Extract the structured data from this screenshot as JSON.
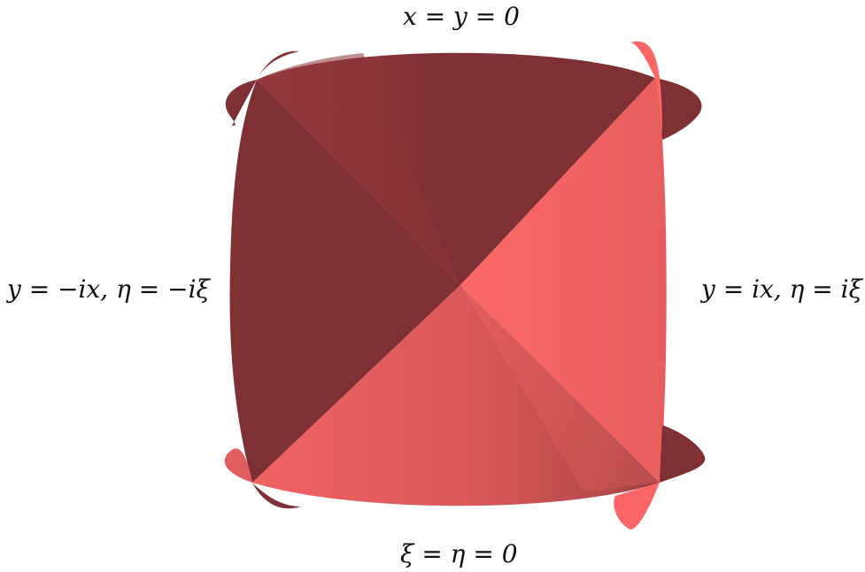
{
  "labels": {
    "top": "x = y = 0",
    "bottom": "ξ = η = 0",
    "left": "y = −ix, η = −iξ",
    "right": "y = ix, η = iξ"
  },
  "colors": {
    "dark_face": "#7e3033",
    "light_face": "#fc6666",
    "mid_face": "#ca5254",
    "background": "#ffffff"
  }
}
